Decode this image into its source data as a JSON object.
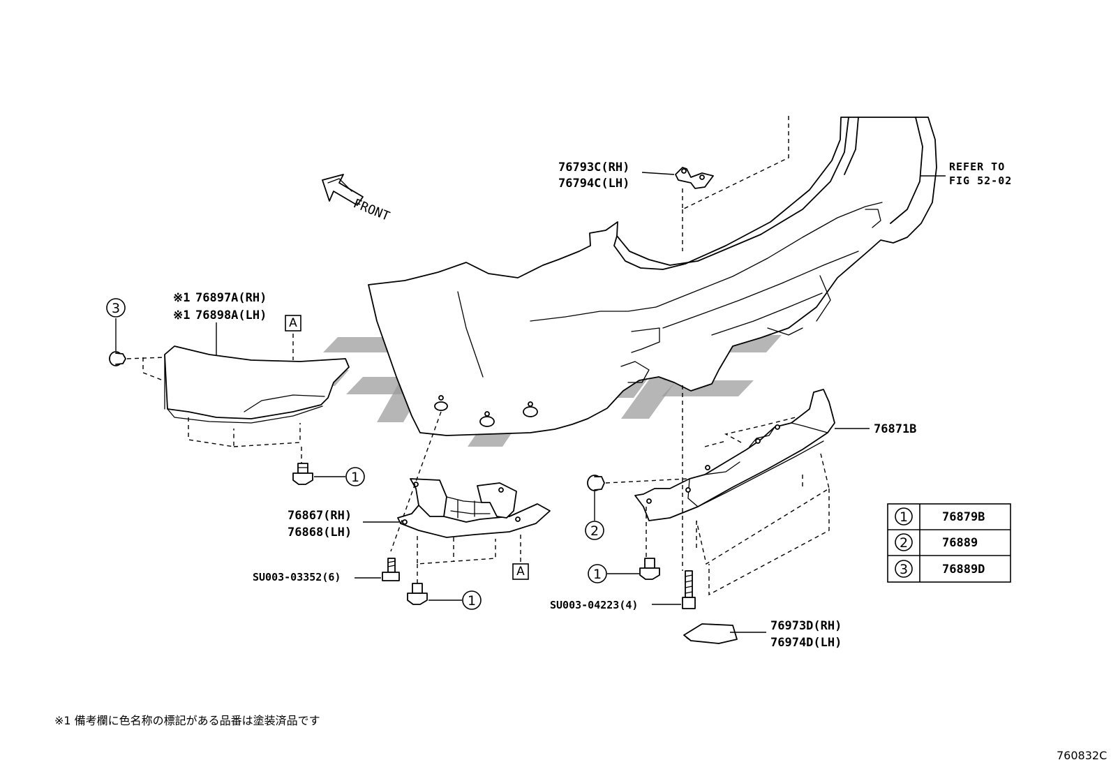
{
  "diagram": {
    "front_label": "FRONT",
    "refer_label_line1": "REFER TO",
    "refer_label_line2": "FIG 52-02",
    "box_label": "A",
    "parts": {
      "p76793C": "76793C(RH)",
      "p76794C": "76794C(LH)",
      "p76897A": "76897A(RH)",
      "p76898A": "76898A(LH)",
      "note_mark": "※1",
      "p76871B": "76871B",
      "p76867": "76867(RH)",
      "p76868": "76868(LH)",
      "bolt_su003_03352": "SU003-03352(6)",
      "bolt_su003_04223": "SU003-04223(4)",
      "p76973D": "76973D(RH)",
      "p76974D": "76974D(LH)"
    },
    "callouts": {
      "c1": "1",
      "c2": "2",
      "c3": "3"
    },
    "legend": [
      {
        "ref": "1",
        "part": "76879B"
      },
      {
        "ref": "2",
        "part": "76889"
      },
      {
        "ref": "3",
        "part": "76889D"
      }
    ],
    "footnote": "※1 備考欄に色名称の標記がある品番は塗装済品です",
    "figure_code": "760832C"
  }
}
